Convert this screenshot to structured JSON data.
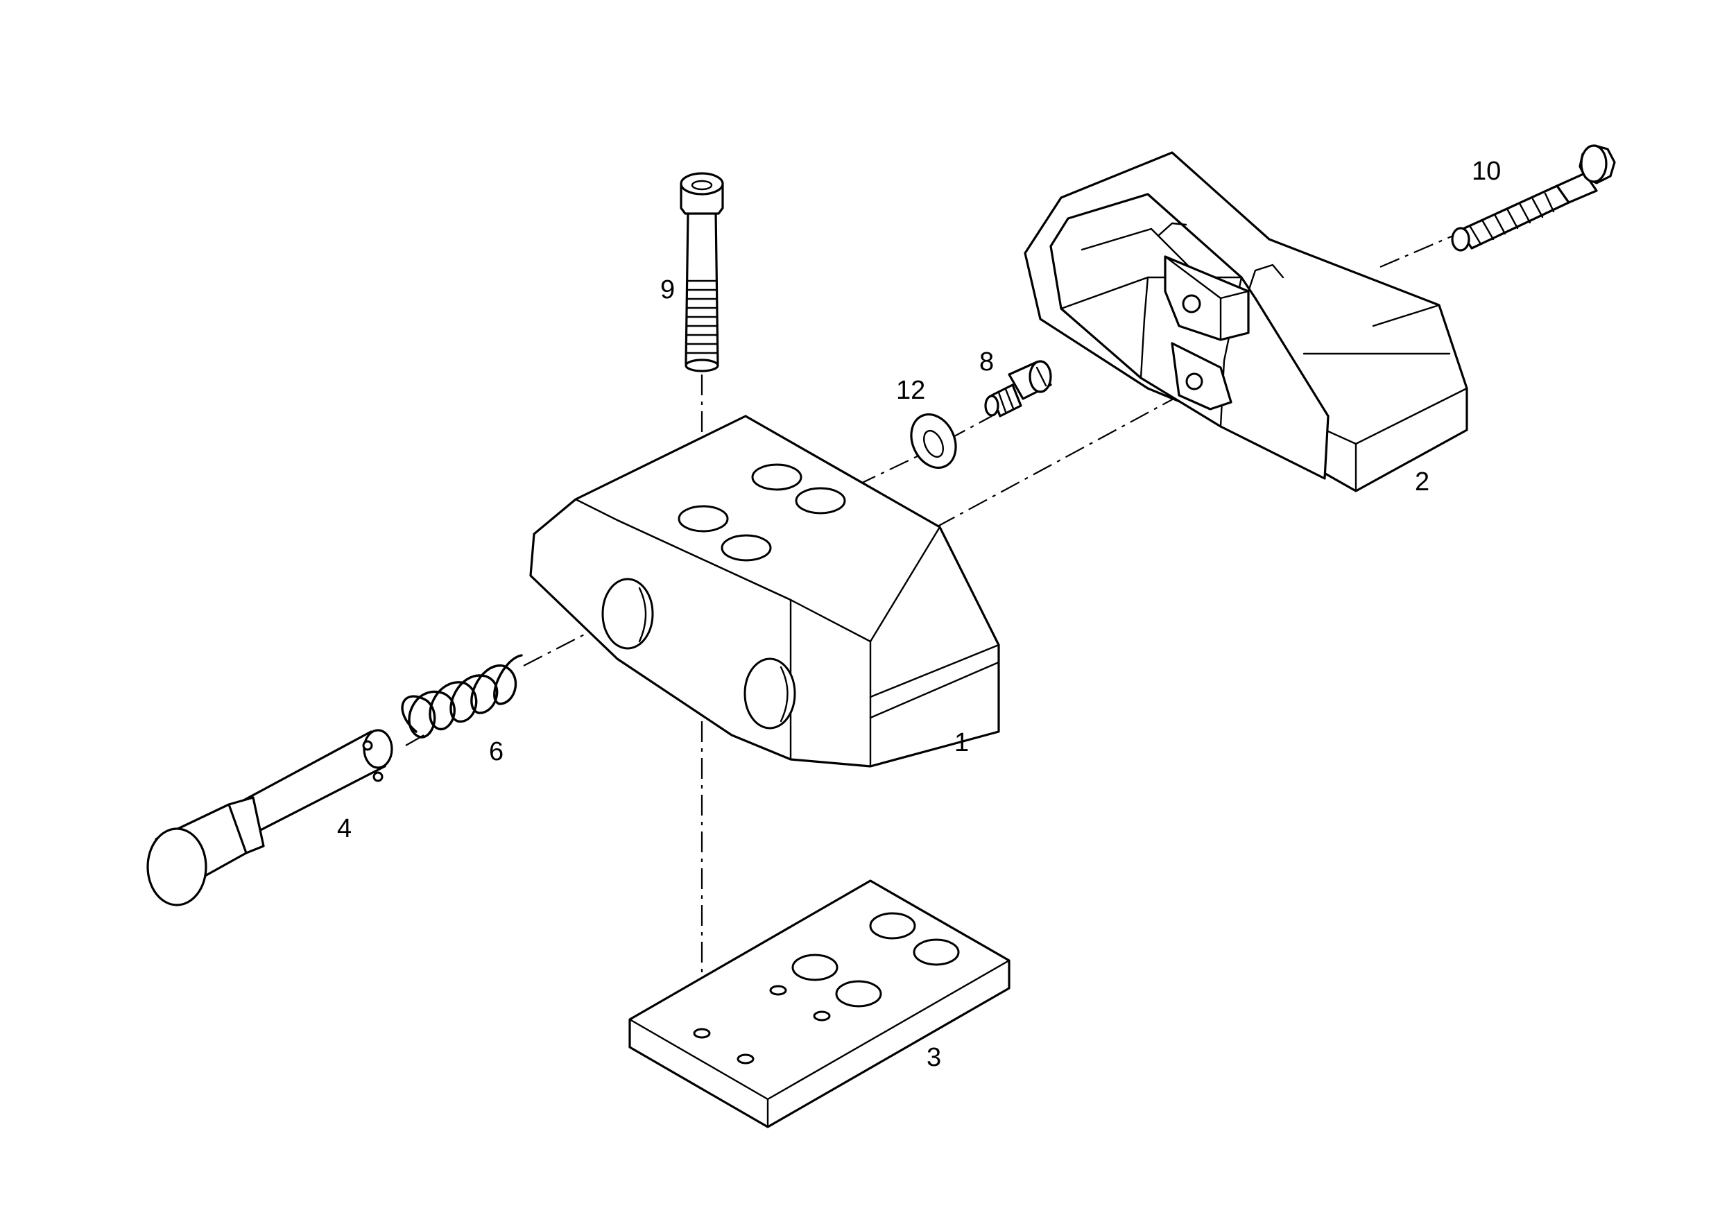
{
  "diagram": {
    "parts": [
      {
        "id": "body",
        "label": "1"
      },
      {
        "id": "cover",
        "label": "2"
      },
      {
        "id": "base-plate",
        "label": "3"
      },
      {
        "id": "plunger",
        "label": "4"
      },
      {
        "id": "spring",
        "label": "6"
      },
      {
        "id": "set-screw",
        "label": "8"
      },
      {
        "id": "vertical-bolt",
        "label": "9"
      },
      {
        "id": "horizontal-bolt",
        "label": "10"
      },
      {
        "id": "washer",
        "label": "12"
      }
    ]
  }
}
